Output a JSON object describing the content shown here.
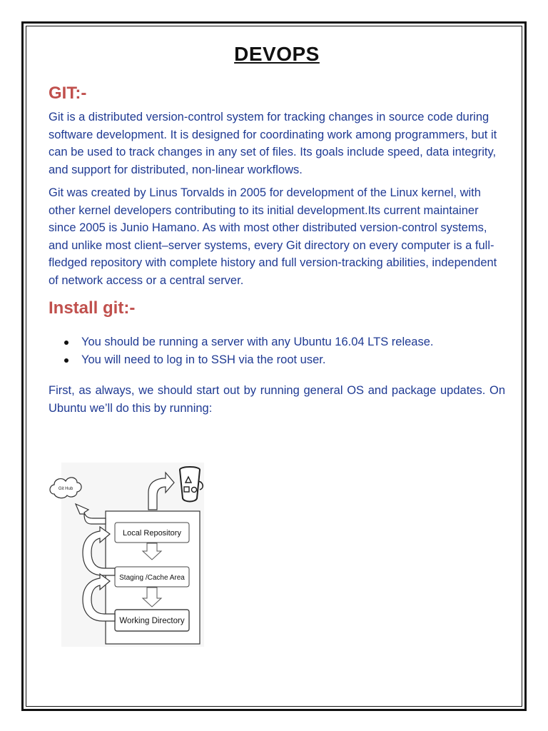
{
  "document": {
    "title": "DEVOPS",
    "git_heading": "GIT:-",
    "git_paragraph_1": "Git is a distributed version-control system for tracking changes in source code during software development. It is designed for coordinating work among programmers, but it can be used to track changes in any set of files. Its goals include speed, data integrity, and support for distributed, non-linear workflows.",
    "git_paragraph_2": "Git was created by Linus Torvalds in 2005 for development of the Linux kernel, with other kernel developers contributing to its initial development.Its current maintainer since 2005 is Junio Hamano. As with most other distributed version-control systems, and unlike most client–server systems, every Git directory on every computer is a full-fledged repository with complete history and full version-tracking abilities, independent of network access or a central server.",
    "install_heading": "Install git:-",
    "bullets": [
      "You should be running a server with any Ubuntu 16.04 LTS release.",
      "You will need to log in to SSH via the root user."
    ],
    "install_paragraph": "First, as always, we should start out by running general OS and package updates. On Ubuntu we’ll do this by running:"
  },
  "diagram": {
    "cloud_label": "Git Hub",
    "boxes": [
      "Local Repository",
      "Staging /Cache Area",
      "Working Directory"
    ]
  },
  "colors": {
    "heading": "#c0504d",
    "body_text": "#1f3a93",
    "title": "#111111"
  }
}
